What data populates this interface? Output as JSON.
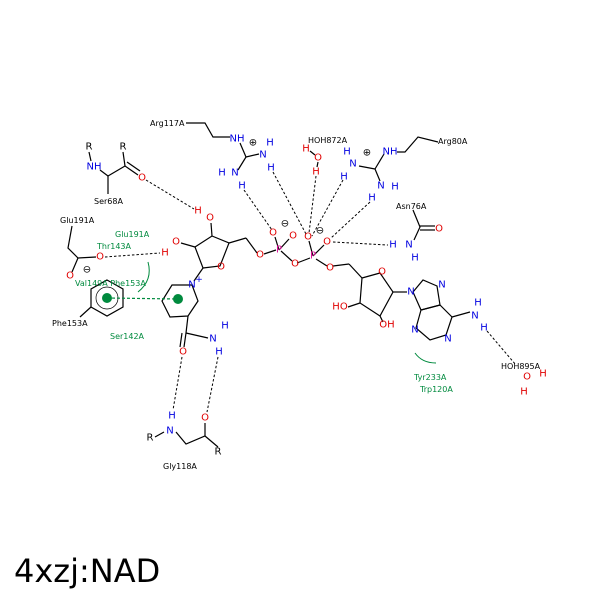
{
  "title": "4xzj:NAD",
  "residues": {
    "arg117": "Arg117A",
    "ser68": "Ser68A",
    "glu191": "Glu191A",
    "phe153": "Phe153A",
    "hoh872": "HOH872A",
    "arg80": "Arg80A",
    "asn76": "Asn76A",
    "hoh895": "HOH895A",
    "gly118": "Gly118A"
  },
  "hydrophobic_contacts": {
    "glu191": "Glu191A",
    "thr143": "Thr143A",
    "val149_phe153": "Val149A Phe153A",
    "ser142": "Ser142A",
    "tyr233": "Tyr233A",
    "trp120": "Trp120A"
  },
  "symbols": {
    "O": "O",
    "H": "H",
    "N": "N",
    "P": "P",
    "R": "R",
    "HO": "HO",
    "OH": "OH",
    "NH": "NH",
    "Nplus": "N",
    "plus": "+",
    "pos": "⊕",
    "neg": "⊖"
  },
  "colors": {
    "oxygen": "#e00000",
    "nitrogen": "#0000e0",
    "phosphorus": "#e0109a",
    "hydrophobic": "#008a3e"
  }
}
